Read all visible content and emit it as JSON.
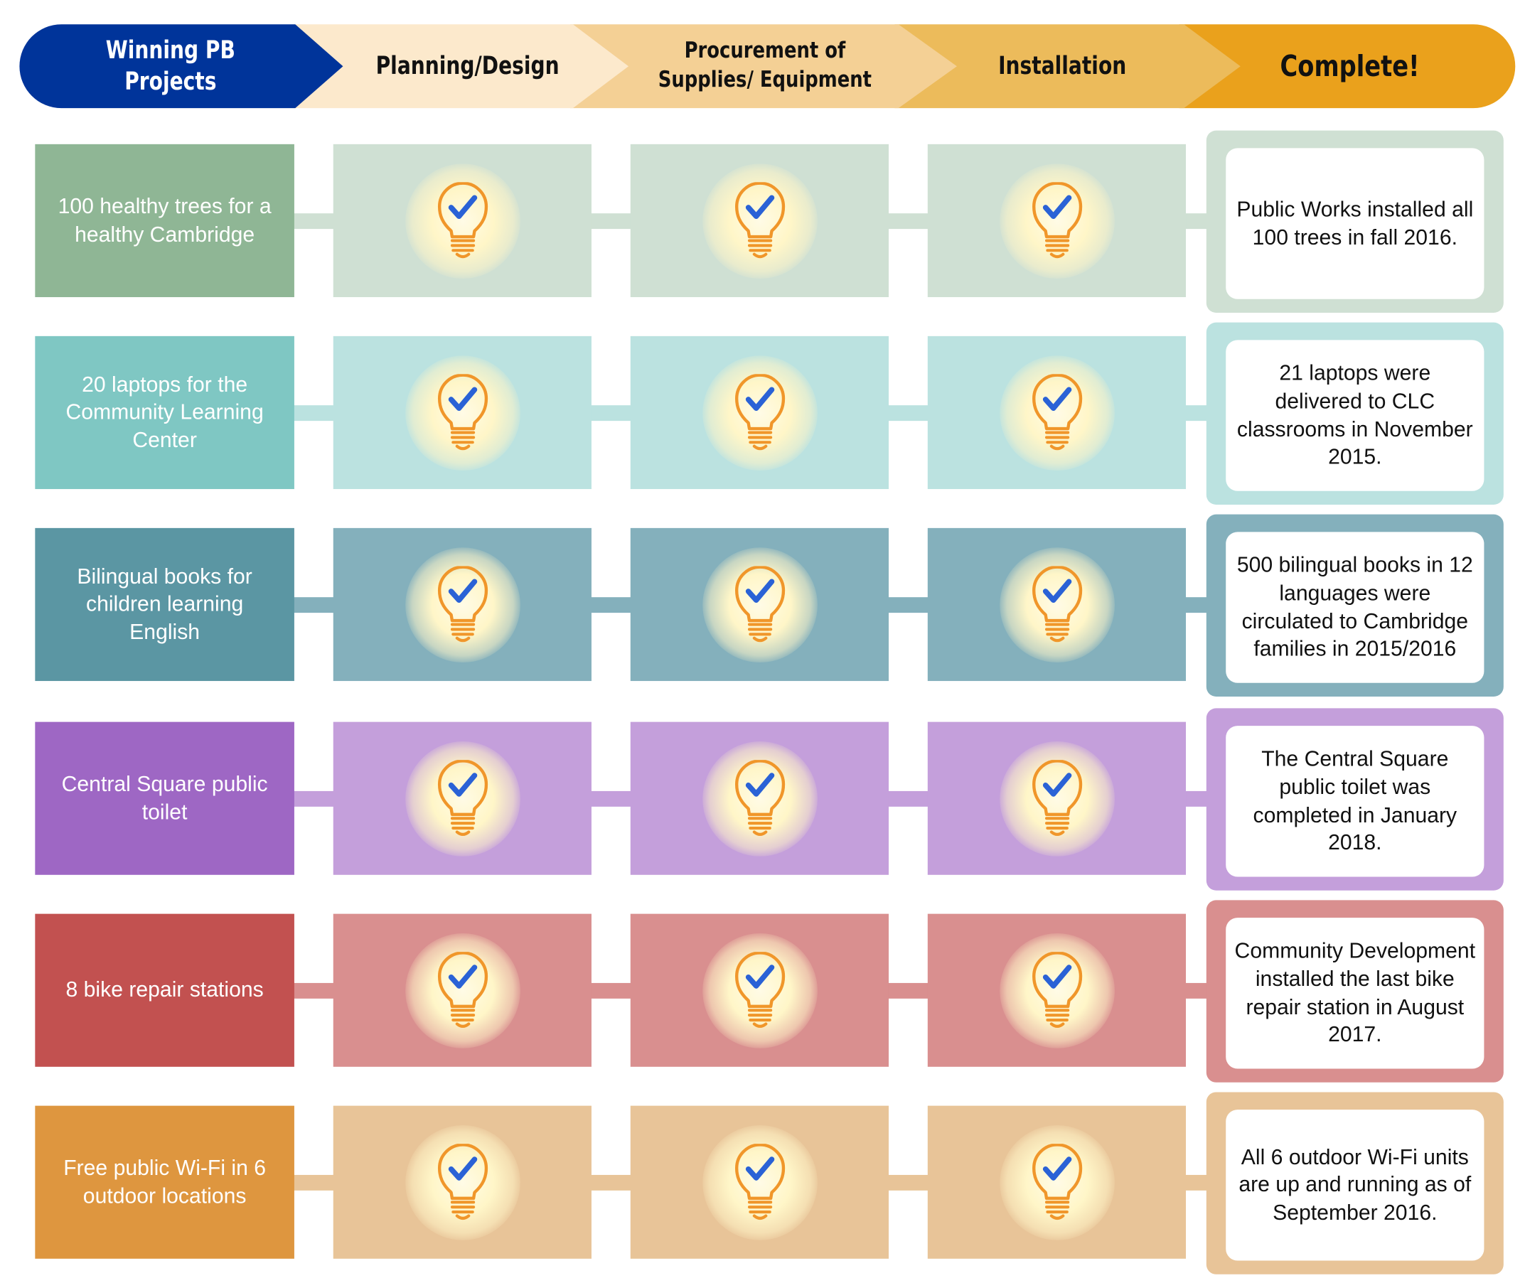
{
  "header": {
    "title": "Winning PB Projects",
    "stages": [
      "Planning/Design",
      "Procurement of Supplies/ Equipment",
      "Installation",
      "Complete!"
    ]
  },
  "colors": {
    "header_title": "#00349a",
    "stage_1": "#fce9cc",
    "stage_2": "#f4d095",
    "stage_3": "#ecbb5b",
    "stage_4": "#eaa11c",
    "check": "#2a62d6",
    "bulb": "#f0962a"
  },
  "icons": {
    "stage_marker": "lightbulb-check-icon"
  },
  "projects": [
    {
      "name": "100 healthy trees for a healthy Cambridge",
      "result": "Public Works installed all 100 trees in fall 2016.",
      "color": "#8fb695",
      "light": "#cfe0d3"
    },
    {
      "name": "20 laptops for the Community Learning Center",
      "result": "21 laptops were delivered to CLC classrooms in November 2015.",
      "color": "#7fc7c3",
      "light": "#bbe2e0"
    },
    {
      "name": "Bilingual books for children learning English",
      "result": "500 bilingual books in 12 languages were circulated to Cambridge families in 2015/2016",
      "color": "#5b96a3",
      "light": "#84b0bc"
    },
    {
      "name": "Central Square public toilet",
      "result": "The Central Square public toilet was completed in January 2018.",
      "color": "#9e67c4",
      "light": "#c49fdb"
    },
    {
      "name": "8 bike repair stations",
      "result": "Community Development installed the last bike repair station in August 2017.",
      "color": "#c25150",
      "light": "#d98f8f"
    },
    {
      "name": "Free public Wi-Fi in 6 outdoor locations",
      "result": "All 6 outdoor Wi-Fi units are up and running as of September 2016.",
      "color": "#de963f",
      "light": "#e8c498"
    }
  ]
}
